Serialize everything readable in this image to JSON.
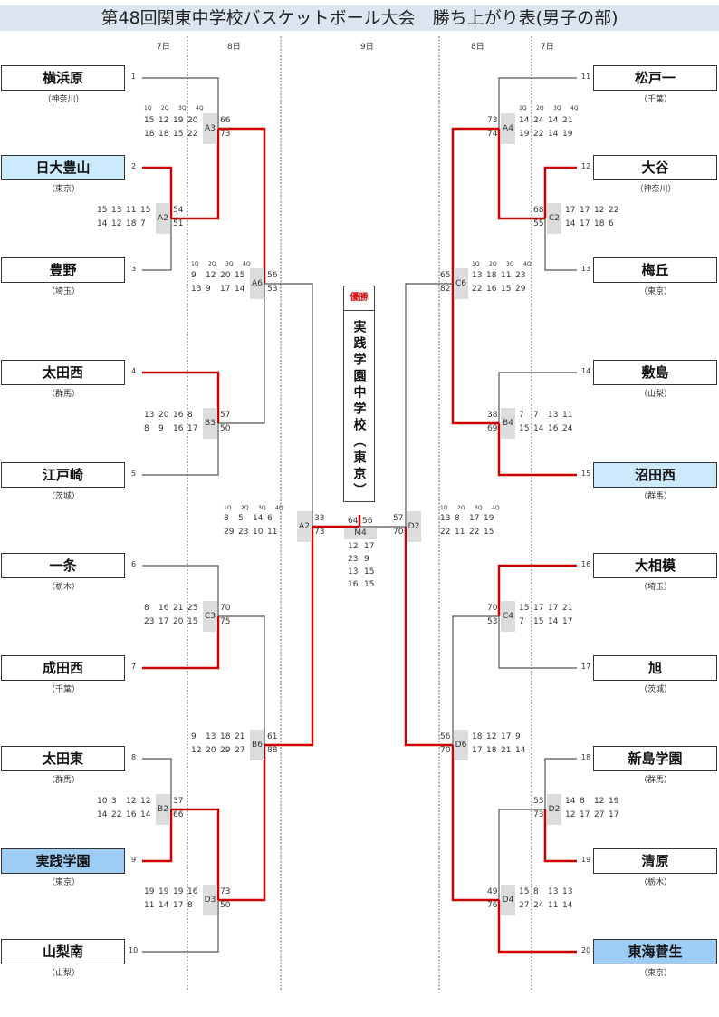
{
  "title": "第48回関東中学校バスケットボール大会　勝ち上がり表(男子の部)",
  "days": [
    "7日",
    "8日",
    "9日",
    "8日",
    "7日"
  ],
  "colors": {
    "winner_line": "#cc0000",
    "line": "#555555",
    "label_bg": "#dcdcdc",
    "highlight_light": "#cdeafd",
    "highlight_dark": "#9dcdf5",
    "title_bg": "#dce6f0",
    "champion_header": "#e01010"
  },
  "quarter_labels": [
    "1Q",
    "2Q",
    "3Q",
    "4Q"
  ],
  "teams_left": [
    {
      "seed": "1",
      "name": "横浜原",
      "pref": "（神奈川）",
      "highlight": ""
    },
    {
      "seed": "2",
      "name": "日大豊山",
      "pref": "（東京）",
      "highlight": "light"
    },
    {
      "seed": "3",
      "name": "豊野",
      "pref": "（埼玉）",
      "highlight": ""
    },
    {
      "seed": "4",
      "name": "太田西",
      "pref": "（群馬）",
      "highlight": ""
    },
    {
      "seed": "5",
      "name": "江戸崎",
      "pref": "（茨城）",
      "highlight": ""
    },
    {
      "seed": "6",
      "name": "一条",
      "pref": "（栃木）",
      "highlight": ""
    },
    {
      "seed": "7",
      "name": "成田西",
      "pref": "（千葉）",
      "highlight": ""
    },
    {
      "seed": "8",
      "name": "太田東",
      "pref": "（群馬）",
      "highlight": ""
    },
    {
      "seed": "9",
      "name": "実践学園",
      "pref": "（東京）",
      "highlight": "dark"
    },
    {
      "seed": "10",
      "name": "山梨南",
      "pref": "（山梨）",
      "highlight": ""
    }
  ],
  "teams_right": [
    {
      "seed": "11",
      "name": "松戸一",
      "pref": "（千葉）",
      "highlight": ""
    },
    {
      "seed": "12",
      "name": "大谷",
      "pref": "（神奈川）",
      "highlight": ""
    },
    {
      "seed": "13",
      "name": "梅丘",
      "pref": "（東京）",
      "highlight": ""
    },
    {
      "seed": "14",
      "name": "敷島",
      "pref": "（山梨）",
      "highlight": ""
    },
    {
      "seed": "15",
      "name": "沼田西",
      "pref": "（群馬）",
      "highlight": "light"
    },
    {
      "seed": "16",
      "name": "大相模",
      "pref": "（埼玉）",
      "highlight": ""
    },
    {
      "seed": "17",
      "name": "旭",
      "pref": "（茨城）",
      "highlight": ""
    },
    {
      "seed": "18",
      "name": "新島学園",
      "pref": "（群馬）",
      "highlight": ""
    },
    {
      "seed": "19",
      "name": "清原",
      "pref": "（栃木）",
      "highlight": ""
    },
    {
      "seed": "20",
      "name": "東海菅生",
      "pref": "（東京）",
      "highlight": "dark"
    }
  ],
  "matches": [
    {
      "id": "A2",
      "side": "left",
      "top": {
        "total": "54",
        "q": [
          "15",
          "13",
          "11",
          "15"
        ]
      },
      "bottom": {
        "total": "51",
        "q": [
          "14",
          "12",
          "18",
          "7"
        ]
      }
    },
    {
      "id": "A3",
      "side": "left",
      "top": {
        "total": "66",
        "q": [
          "15",
          "12",
          "19",
          "20"
        ]
      },
      "bottom": {
        "total": "73",
        "q": [
          "18",
          "18",
          "15",
          "22"
        ]
      }
    },
    {
      "id": "B3",
      "side": "left",
      "top": {
        "total": "57",
        "q": [
          "13",
          "20",
          "16",
          "8"
        ]
      },
      "bottom": {
        "total": "50",
        "q": [
          "8",
          "9",
          "16",
          "17"
        ]
      }
    },
    {
      "id": "A6",
      "side": "left",
      "top": {
        "total": "56",
        "q": [
          "9",
          "12",
          "20",
          "15"
        ]
      },
      "bottom": {
        "total": "53",
        "q": [
          "13",
          "9",
          "17",
          "14"
        ]
      }
    },
    {
      "id": "C3",
      "side": "left",
      "top": {
        "total": "70",
        "q": [
          "8",
          "16",
          "21",
          "25"
        ]
      },
      "bottom": {
        "total": "75",
        "q": [
          "23",
          "17",
          "20",
          "15"
        ]
      }
    },
    {
      "id": "B2",
      "side": "left",
      "top": {
        "total": "37",
        "q": [
          "10",
          "3",
          "12",
          "12"
        ]
      },
      "bottom": {
        "total": "66",
        "q": [
          "14",
          "22",
          "16",
          "14"
        ]
      }
    },
    {
      "id": "D3",
      "side": "left",
      "top": {
        "total": "73",
        "q": [
          "19",
          "19",
          "19",
          "16"
        ]
      },
      "bottom": {
        "total": "50",
        "q": [
          "11",
          "14",
          "17",
          "8"
        ]
      }
    },
    {
      "id": "B6",
      "side": "left",
      "top": {
        "total": "61",
        "q": [
          "9",
          "13",
          "18",
          "21"
        ]
      },
      "bottom": {
        "total": "88",
        "q": [
          "12",
          "20",
          "29",
          "27"
        ]
      }
    },
    {
      "id": "A2",
      "side": "left-semi",
      "top": {
        "total": "33",
        "q": [
          "8",
          "5",
          "14",
          "6"
        ]
      },
      "bottom": {
        "total": "73",
        "q": [
          "29",
          "23",
          "10",
          "11"
        ]
      }
    },
    {
      "id": "A4",
      "side": "right",
      "top": {
        "total": "73",
        "q": [
          "14",
          "24",
          "14",
          "21"
        ]
      },
      "bottom": {
        "total": "74",
        "q": [
          "19",
          "22",
          "14",
          "19"
        ]
      }
    },
    {
      "id": "C2",
      "side": "right",
      "top": {
        "total": "68",
        "q": [
          "17",
          "17",
          "12",
          "22"
        ]
      },
      "bottom": {
        "total": "55",
        "q": [
          "14",
          "17",
          "18",
          "6"
        ]
      }
    },
    {
      "id": "C6",
      "side": "right",
      "top": {
        "total": "65",
        "q": [
          "13",
          "18",
          "11",
          "23"
        ]
      },
      "bottom": {
        "total": "82",
        "q": [
          "22",
          "16",
          "15",
          "29"
        ]
      }
    },
    {
      "id": "B4",
      "side": "right",
      "top": {
        "total": "38",
        "q": [
          "7",
          "7",
          "13",
          "11"
        ]
      },
      "bottom": {
        "total": "69",
        "q": [
          "15",
          "14",
          "16",
          "24"
        ]
      }
    },
    {
      "id": "C4",
      "side": "right",
      "top": {
        "total": "70",
        "q": [
          "15",
          "17",
          "17",
          "21"
        ]
      },
      "bottom": {
        "total": "53",
        "q": [
          "7",
          "15",
          "14",
          "17"
        ]
      }
    },
    {
      "id": "D2",
      "side": "right",
      "top": {
        "total": "53",
        "q": [
          "14",
          "8",
          "12",
          "19"
        ]
      },
      "bottom": {
        "total": "73",
        "q": [
          "12",
          "17",
          "27",
          "17"
        ]
      }
    },
    {
      "id": "D4",
      "side": "right",
      "top": {
        "total": "49",
        "q": [
          "15",
          "8",
          "13",
          "13"
        ]
      },
      "bottom": {
        "total": "76",
        "q": [
          "27",
          "24",
          "11",
          "14"
        ]
      }
    },
    {
      "id": "D6",
      "side": "right",
      "top": {
        "total": "56",
        "q": [
          "18",
          "12",
          "17",
          "9"
        ]
      },
      "bottom": {
        "total": "70",
        "q": [
          "17",
          "18",
          "21",
          "14"
        ]
      }
    },
    {
      "id": "D2",
      "side": "right-semi",
      "top": {
        "total": "57",
        "q": [
          "13",
          "8",
          "17",
          "19"
        ]
      },
      "bottom": {
        "total": "70",
        "q": [
          "22",
          "11",
          "22",
          "15"
        ]
      }
    }
  ],
  "final": {
    "id": "M4",
    "left_total": "64",
    "right_total": "56",
    "q_left": [
      "12",
      "23",
      "13",
      "16"
    ],
    "q_right": [
      "17",
      "9",
      "15",
      "15"
    ]
  },
  "champion": {
    "header": "優勝",
    "name": "実践学園中学校（東京）"
  }
}
